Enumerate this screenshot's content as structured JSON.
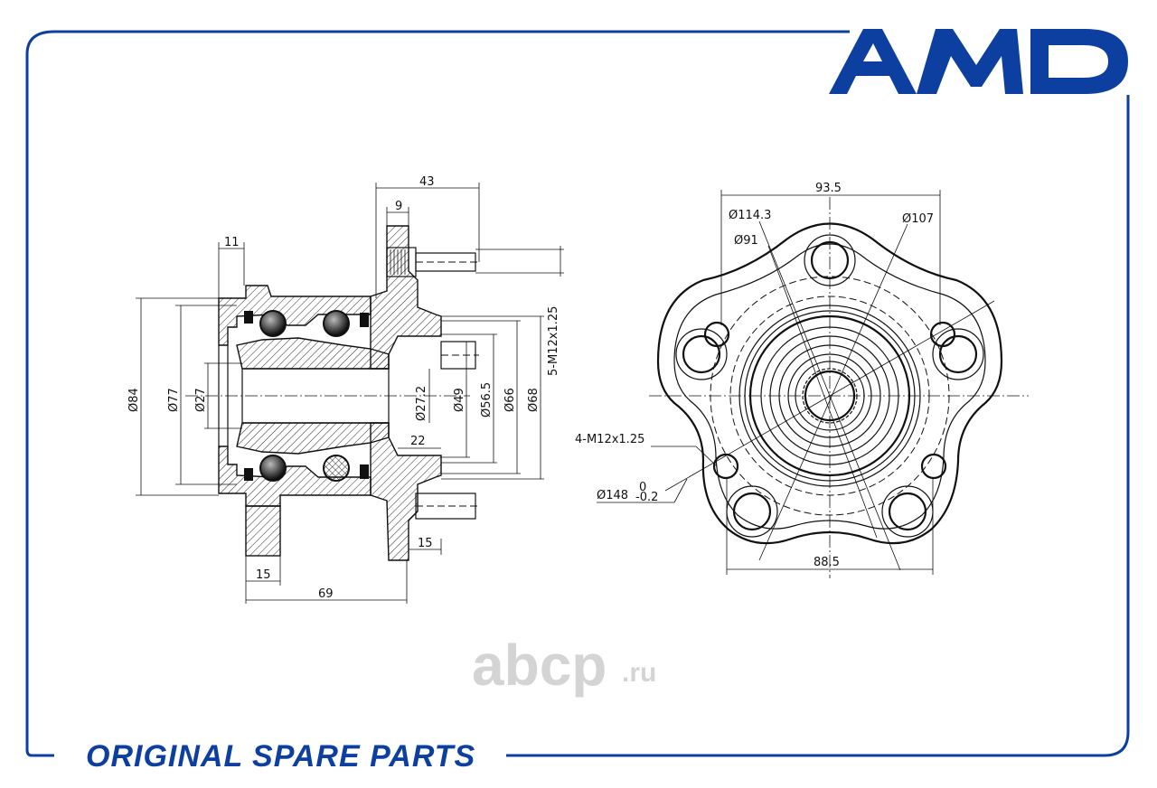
{
  "brand": {
    "logo_text": "AMD",
    "color": "#0d3fa0"
  },
  "footer": {
    "slogan": "ORIGINAL SPARE PARTS"
  },
  "watermark": {
    "main": "abcp",
    "suffix": ".ru",
    "color": "#d4d4d4"
  },
  "side_view": {
    "dim_overall_width": "43",
    "dim_flange_thickness": "9",
    "dim_outer_left": "11",
    "dim_thread": "5-M12x1.25",
    "dim_d84": "Ø84",
    "dim_d77": "Ø77",
    "dim_d27_left": "Ø27",
    "dim_d27_2": "Ø27.2",
    "dim_d49": "Ø49",
    "dim_d56_5": "Ø56.5",
    "dim_d66": "Ø66",
    "dim_d68": "Ø68",
    "dim_22": "22",
    "dim_15_right": "15",
    "dim_15_left": "15",
    "dim_69": "69"
  },
  "front_view": {
    "dim_93_5": "93.5",
    "dim_d114_3": "Ø114.3",
    "dim_d107": "Ø107",
    "dim_d91": "Ø91",
    "dim_holes": "4-M12x1.25",
    "dim_d148": "Ø148",
    "dim_d148_tol_upper": "0",
    "dim_d148_tol_lower": "-0.2",
    "dim_88_5": "88.5"
  },
  "colors": {
    "line": "#111111",
    "frame": "#0d3fa0"
  }
}
